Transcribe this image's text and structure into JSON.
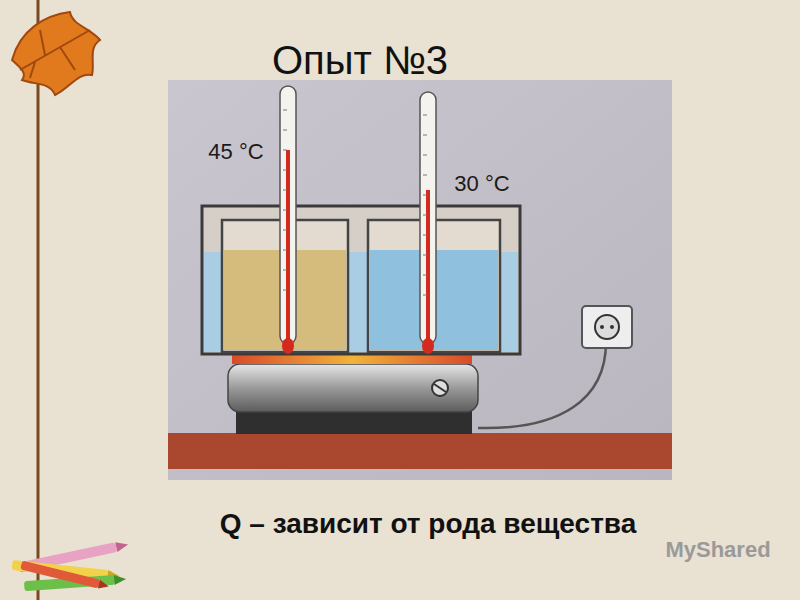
{
  "diagram": {
    "title": "Опыт №3",
    "caption": "Q – зависит от рода вещества",
    "labels": [
      "45 °C",
      "30 °C",
      "MyShared"
    ]
  }
}
